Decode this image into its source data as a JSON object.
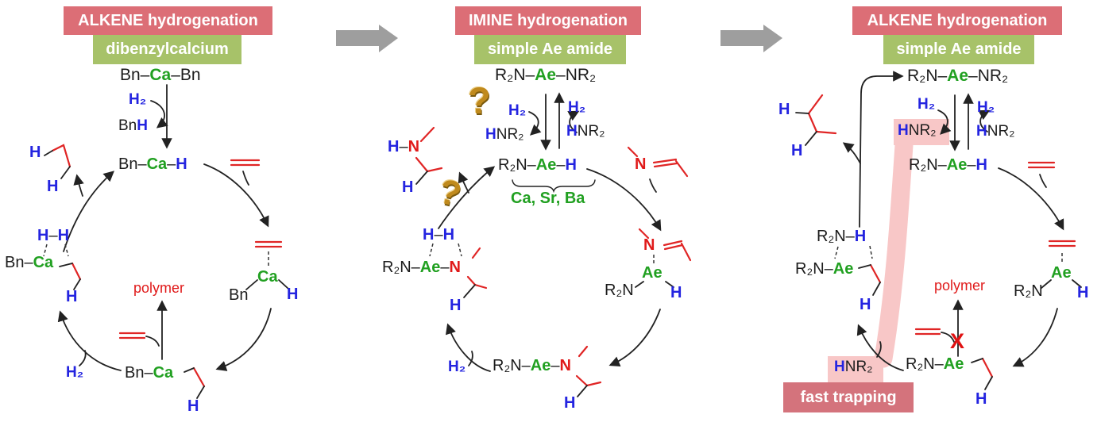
{
  "left": {
    "banner_title": "ALKENE hydrogenation",
    "banner_subtitle": "dibenzylcalcium",
    "precatalyst": {
      "pre": "Bn–",
      "metal": "Ca",
      "post": "–Bn"
    },
    "activation_h2": "H₂",
    "byproduct": {
      "c": "Bn",
      "h": "H"
    },
    "hydride": {
      "pre": "Bn–",
      "metal": "Ca",
      "dash": "–",
      "h": "H"
    },
    "pi_complex": {
      "metal": "Ca",
      "sub": "Bn",
      "h": "H"
    },
    "product": {
      "h_top": "H",
      "h_bottom": "H"
    },
    "sigma": {
      "h1": "H",
      "dash": "–",
      "h2": "H",
      "pre": "Bn–",
      "metal": "Ca",
      "h_alkyl": "H"
    },
    "polymer_label": "polymer",
    "h2_label": "H₂",
    "alkyl": {
      "pre": "Bn–",
      "metal": "Ca",
      "h": "H"
    }
  },
  "middle": {
    "banner_title": "IMINE hydrogenation",
    "banner_subtitle": "simple Ae amide",
    "precatalyst": {
      "pre": "R₂N–",
      "metal": "Ae",
      "post": "–NR₂"
    },
    "question_mark": "?",
    "question_mark2": "?",
    "eq": {
      "h2_left": "H₂",
      "amine_left_h": "H",
      "amine_left_rest": "NR₂",
      "h2_right": "H₂",
      "amine_right_h": "H",
      "amine_right_rest": "NR₂"
    },
    "hydride": {
      "pre": "R₂N–",
      "metal": "Ae",
      "dash": "–",
      "h": "H"
    },
    "metals_label": "Ca, Sr, Ba",
    "imine_n": "N",
    "pi_complex": {
      "n": "N",
      "metal": "Ae",
      "amide": "R₂N",
      "h": "H"
    },
    "insertion": {
      "pre": "R₂N–",
      "metal": "Ae",
      "dash": "–",
      "n": "N",
      "h": "H"
    },
    "h2_label": "H₂",
    "sigma": {
      "h1": "H",
      "dash": "–",
      "h2": "H",
      "pre": "R₂N–",
      "metal": "Ae",
      "dash2": "–",
      "n": "N",
      "h_ch": "H"
    },
    "amine_product": {
      "h": "H",
      "dash": "–",
      "n": "N",
      "h2": "H"
    }
  },
  "right": {
    "banner_title": "ALKENE hydrogenation",
    "banner_subtitle": "simple Ae amide",
    "precatalyst": {
      "pre": "R₂N–",
      "metal": "Ae",
      "post": "–NR₂"
    },
    "eq": {
      "h2_left": "H₂",
      "amine_left_h": "H",
      "amine_left_rest": "NR₂",
      "h2_right": "H₂",
      "amine_right_h": "H",
      "amine_right_rest": "NR₂"
    },
    "hydride": {
      "pre": "R₂N–",
      "metal": "Ae",
      "dash": "–",
      "h": "H"
    },
    "pi_complex": {
      "metal": "Ae",
      "amide": "R₂N",
      "h": "H"
    },
    "product": {
      "h_top": "H",
      "h_bottom": "H"
    },
    "sigma": {
      "amine_pre": "R₂N–",
      "amine_h": "H",
      "pre": "R₂N–",
      "metal": "Ae",
      "h_alkyl": "H"
    },
    "polymer_label": "polymer",
    "blocked_x": "X",
    "amine_trap": {
      "h": "H",
      "rest": "NR₂"
    },
    "fast_trapping_label": "fast trapping"
  }
}
